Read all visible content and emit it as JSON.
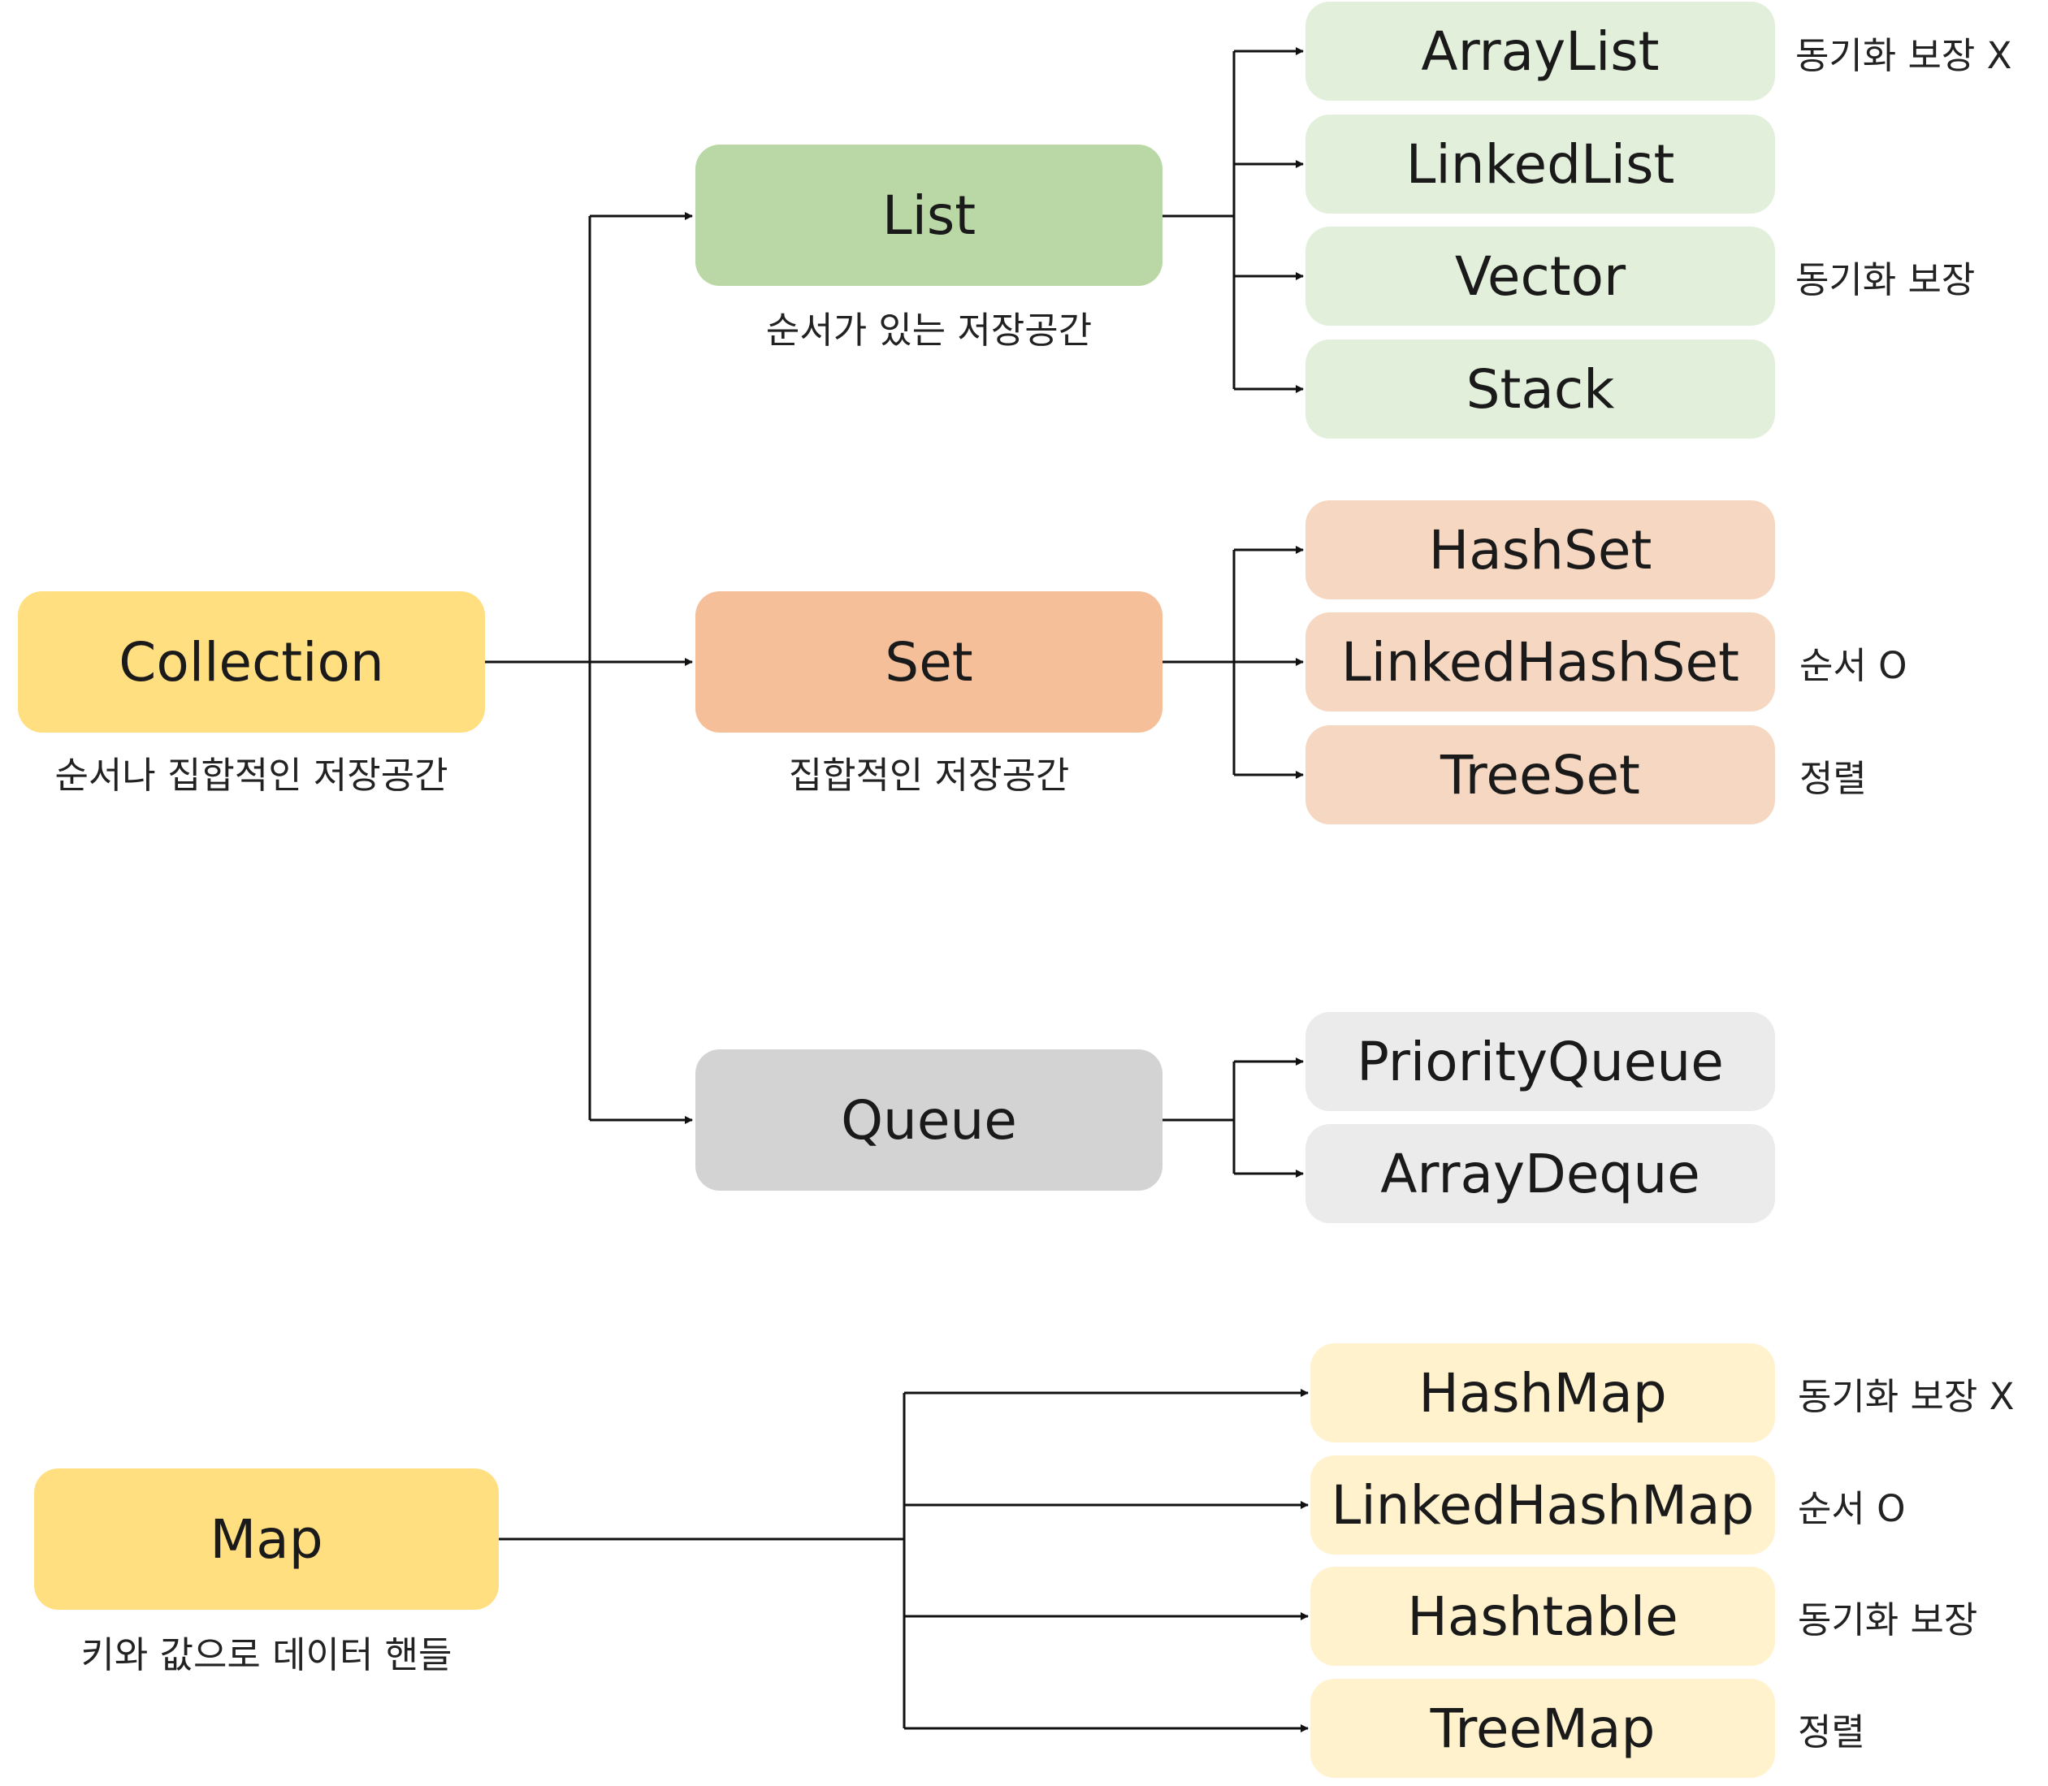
{
  "colors": {
    "collection": "#FFDF7F",
    "list": "#B9D8A5",
    "list_child": "#E2EFDA",
    "set": "#F5BF9A",
    "set_child": "#F6D7C1",
    "queue": "#D3D3D3",
    "queue_child": "#EBEBEB",
    "map": "#FFDF7F",
    "map_child": "#FFF2CC",
    "line": "#111111"
  },
  "collection": {
    "label": "Collection",
    "caption": "순서나 집합적인 저장공간"
  },
  "list": {
    "label": "List",
    "caption": "순서가 있는 저장공간",
    "children": [
      {
        "label": "ArrayList",
        "note": "동기화 보장 X"
      },
      {
        "label": "LinkedList",
        "note": ""
      },
      {
        "label": "Vector",
        "note": "동기화 보장"
      },
      {
        "label": "Stack",
        "note": ""
      }
    ]
  },
  "set": {
    "label": "Set",
    "caption": "집합적인 저장공간",
    "children": [
      {
        "label": "HashSet",
        "note": ""
      },
      {
        "label": "LinkedHashSet",
        "note": "순서 O"
      },
      {
        "label": "TreeSet",
        "note": "정렬"
      }
    ]
  },
  "queue": {
    "label": "Queue",
    "children": [
      {
        "label": "PriorityQueue",
        "note": ""
      },
      {
        "label": "ArrayDeque",
        "note": ""
      }
    ]
  },
  "map": {
    "label": "Map",
    "caption": "키와 값으로 데이터 핸들",
    "children": [
      {
        "label": "HashMap",
        "note": "동기화 보장 X"
      },
      {
        "label": "LinkedHashMap",
        "note": "순서 O"
      },
      {
        "label": "Hashtable",
        "note": "동기화 보장"
      },
      {
        "label": "TreeMap",
        "note": "정렬"
      }
    ]
  }
}
